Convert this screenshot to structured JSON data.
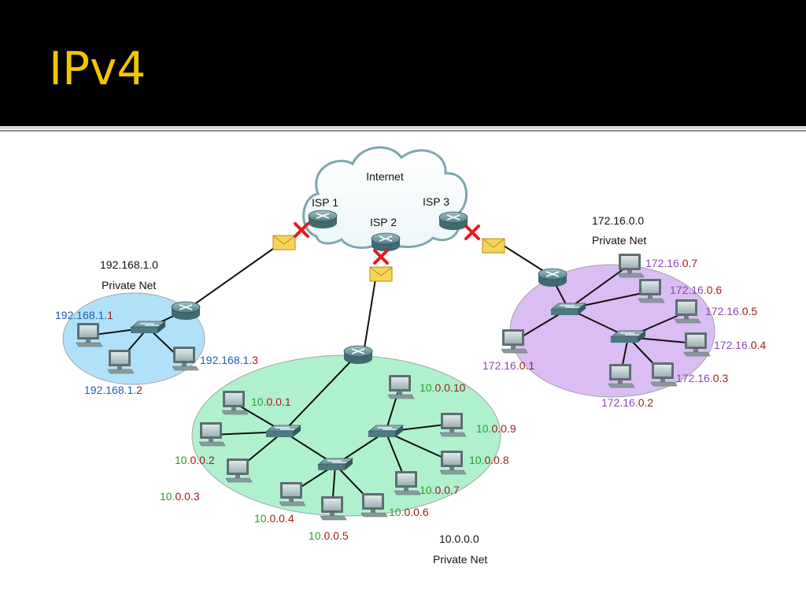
{
  "slide": {
    "title": "IPv4",
    "title_color": "#f2c500"
  },
  "colors": {
    "zone_a": "#a9def8",
    "zone_b": "#a7f0c8",
    "zone_c": "#d6b6f2",
    "blue": "#1f5fb0",
    "green": "#2aa02a",
    "purple": "#8b49b6",
    "red": "#a11d1d",
    "cross": "#e31c1c"
  },
  "cloud": {
    "label": "Internet"
  },
  "isps": [
    {
      "id": "isp1",
      "label": "ISP 1"
    },
    {
      "id": "isp2",
      "label": "ISP 2"
    },
    {
      "id": "isp3",
      "label": "ISP 3"
    }
  ],
  "networks": [
    {
      "id": "a",
      "address": "192.168.1.0",
      "label": "Private Net"
    },
    {
      "id": "b",
      "address": "10.0.0.0",
      "label": "Private Net"
    },
    {
      "id": "c",
      "address": "172.16.0.0",
      "label": "Private Net"
    }
  ],
  "hosts": [
    {
      "net": "a",
      "prefix": "192.168.1.",
      "suffix": "1"
    },
    {
      "net": "a",
      "prefix": "192.168.1.",
      "suffix": "2"
    },
    {
      "net": "a",
      "prefix": "192.168.1.",
      "suffix": "3"
    },
    {
      "net": "b",
      "prefix": "10.",
      "suffix": "0.0.1"
    },
    {
      "net": "b",
      "prefix": "10.",
      "suffix": "0.0.2"
    },
    {
      "net": "b",
      "prefix": "10.",
      "suffix": "0.0.3"
    },
    {
      "net": "b",
      "prefix": "10.",
      "suffix": "0.0.4"
    },
    {
      "net": "b",
      "prefix": "10.",
      "suffix": "0.0.5"
    },
    {
      "net": "b",
      "prefix": "10.",
      "suffix": "0.0.6"
    },
    {
      "net": "b",
      "prefix": "10.",
      "suffix": "0.0.7"
    },
    {
      "net": "b",
      "prefix": "10.",
      "suffix": "0.0.8"
    },
    {
      "net": "b",
      "prefix": "10.",
      "suffix": "0.0.9"
    },
    {
      "net": "b",
      "prefix": "10.",
      "suffix": "0.0.10"
    },
    {
      "net": "c",
      "prefix": "172.16.",
      "suffix": "0.1"
    },
    {
      "net": "c",
      "prefix": "172.16.",
      "suffix": "0.2"
    },
    {
      "net": "c",
      "prefix": "172.16.",
      "suffix": "0.3"
    },
    {
      "net": "c",
      "prefix": "172.16.",
      "suffix": "0.4"
    },
    {
      "net": "c",
      "prefix": "172.16.",
      "suffix": "0.5"
    },
    {
      "net": "c",
      "prefix": "172.16.",
      "suffix": "0.6"
    },
    {
      "net": "c",
      "prefix": "172.16.",
      "suffix": "0.7"
    }
  ],
  "icons": {
    "router": "router-icon",
    "switch": "switch-icon",
    "pc": "desktop-pc-icon",
    "envelope": "envelope-icon",
    "blocked": "red-x-icon"
  }
}
